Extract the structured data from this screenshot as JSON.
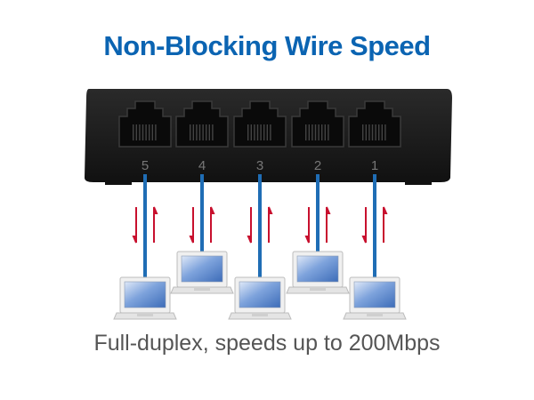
{
  "title": "Non-Blocking Wire Speed",
  "subtitle": "Full-duplex, speeds up to 200Mbps",
  "ports": [
    {
      "label": "5",
      "laptop_row": "low"
    },
    {
      "label": "4",
      "laptop_row": "high"
    },
    {
      "label": "3",
      "laptop_row": "low"
    },
    {
      "label": "2",
      "laptop_row": "high"
    },
    {
      "label": "1",
      "laptop_row": "low"
    }
  ],
  "colors": {
    "title": "#0b64b2",
    "cable": "#1f6db5",
    "arrow": "#c8102e",
    "switch": "#1c1c1c",
    "screen": "#5a86c8"
  },
  "icons": [
    "switch-icon",
    "laptop-icon",
    "arrow-down-icon",
    "arrow-up-icon"
  ]
}
